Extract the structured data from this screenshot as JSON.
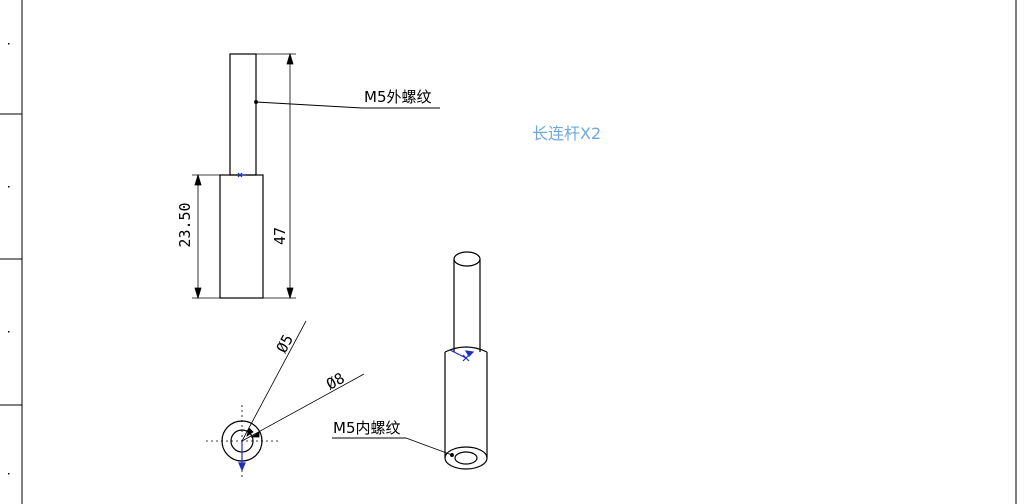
{
  "annotations": {
    "external_thread_note": "M5外螺纹",
    "internal_thread_note": "M5内螺纹",
    "part_title": "长连杆X2"
  },
  "dimensions": {
    "total_length": "47",
    "thick_section_length": "23.50",
    "inner_diameter": "Ø5",
    "outer_diameter": "Ø8"
  },
  "colors": {
    "line": "#000000",
    "title": "#6fa8dc",
    "marker": "#1f2fbf"
  }
}
